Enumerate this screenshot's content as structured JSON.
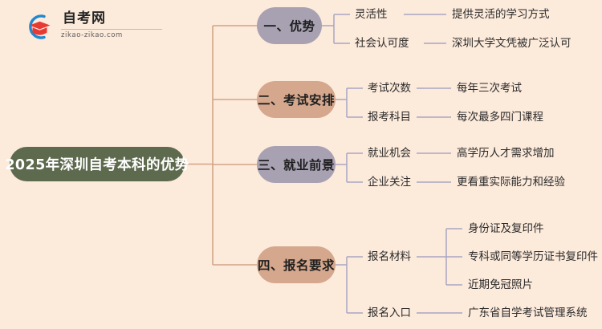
{
  "page": {
    "background_color": "#fceadb",
    "type": "mindmap"
  },
  "logo": {
    "name_cn": "自考网",
    "url": "zikao-zikao.com",
    "mark_icon": "graduation-cap-icon",
    "arc_color": "#1e88d1",
    "cap_color": "#e83a32"
  },
  "center": {
    "label": "2025年深圳自考本科的优势",
    "color": "#5e6a4e",
    "text_color": "#ffffff"
  },
  "trunk": {
    "color": "#d2a488"
  },
  "branches": [
    {
      "label": "一、优势",
      "color": "#a7a1b2",
      "connector_color": "#a9a6c4",
      "items": [
        {
          "label": "灵活性",
          "detail": "提供灵活的学习方式"
        },
        {
          "label": "社会认可度",
          "detail": "深圳大学文凭被广泛认可"
        }
      ]
    },
    {
      "label": "二、考试安排",
      "color": "#d5a78c",
      "connector_color": "#a9a6c4",
      "items": [
        {
          "label": "考试次数",
          "detail": "每年三次考试"
        },
        {
          "label": "报考科目",
          "detail": "每次最多四门课程"
        }
      ]
    },
    {
      "label": "三、就业前景",
      "color": "#a7a1b2",
      "connector_color": "#a9a6c4",
      "items": [
        {
          "label": "就业机会",
          "detail": "高学历人才需求增加"
        },
        {
          "label": "企业关注",
          "detail": "更看重实际能力和经验"
        }
      ]
    },
    {
      "label": "四、报名要求",
      "color": "#d5a78c",
      "connector_color": "#a9a6c4",
      "items": [
        {
          "label": "报名材料",
          "detail": "",
          "children": [
            "身份证及复印件",
            "专科或同等学历证书复印件",
            "近期免冠照片"
          ]
        },
        {
          "label": "报名入口",
          "detail": "广东省自学考试管理系统"
        }
      ]
    }
  ]
}
